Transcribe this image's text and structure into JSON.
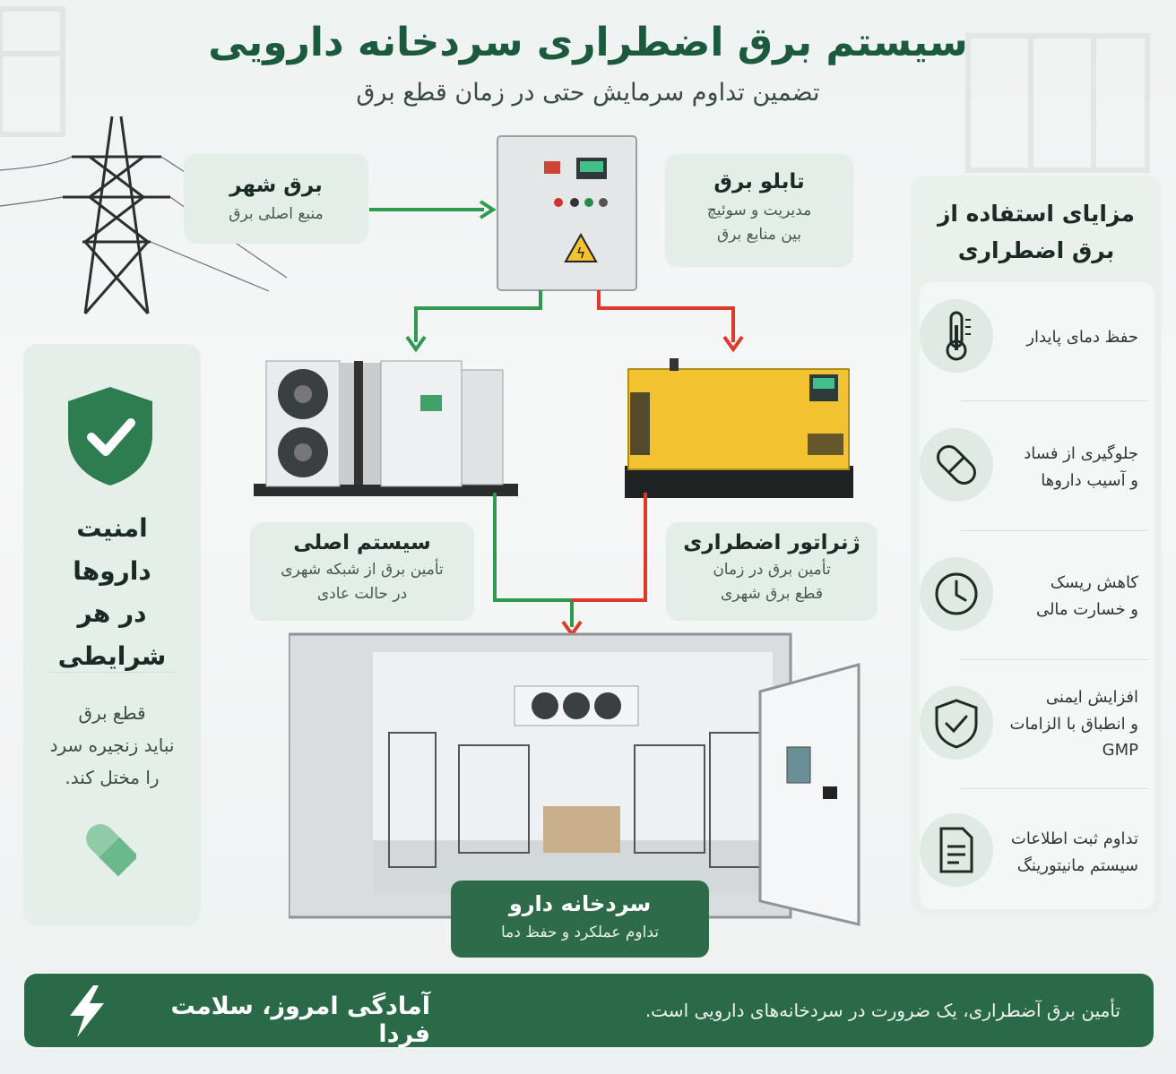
{
  "header": {
    "title": "سیستم برق اضطراری سردخانه دارویی",
    "subtitle": "تضمین تداوم سرمایش حتی در زمان قطع برق"
  },
  "city_power": {
    "title": "برق شهر",
    "desc": "منبع اصلی برق"
  },
  "panel": {
    "title": "تابلو برق",
    "desc_line1": "مدیریت و سوئیچ",
    "desc_line2": "بین منابع برق"
  },
  "main_system": {
    "title": "سیستم اصلی",
    "desc_line1": "تأمین برق از شبکه شهری",
    "desc_line2": "در حالت عادی"
  },
  "generator": {
    "title": "ژنراتور اضطراری",
    "desc_line1": "تأمین برق در زمان",
    "desc_line2": "قطع برق شهری"
  },
  "cold_room": {
    "title": "سردخانه دارو",
    "desc": "تداوم عملکرد و حفظ دما"
  },
  "left_panel": {
    "title_line1": "امنیت",
    "title_line2": "داروها",
    "title_line3": "در هر شرایطی",
    "desc_line1": "قطع برق",
    "desc_line2": "نباید زنجیره سرد",
    "desc_line3": "را مختل کند."
  },
  "benefits": {
    "title_line1": "مزایای استفاده از",
    "title_line2": "برق اضطراری",
    "items": [
      {
        "icon": "thermometer-icon",
        "line1": "حفظ دمای پایدار",
        "line2": "",
        "line3": ""
      },
      {
        "icon": "capsule-icon",
        "line1": "جلوگیری از فساد",
        "line2": "و آسیب داروها",
        "line3": ""
      },
      {
        "icon": "clock-icon",
        "line1": "کاهش ریسک",
        "line2": "و خسارت مالی",
        "line3": ""
      },
      {
        "icon": "shield-check-icon",
        "line1": "افزایش ایمنی",
        "line2": "و انطباق با الزامات",
        "line3": "GMP"
      },
      {
        "icon": "document-icon",
        "line1": "تداوم ثبت اطلاعات",
        "line2": "سیستم مانیتورینگ",
        "line3": ""
      }
    ]
  },
  "banner": {
    "slogan": "آمادگی امروز، سلامت فردا",
    "text": "تأمین برق آضطراری، یک ضرورت در سردخانه‌های دارویی است."
  },
  "colors": {
    "brand_green": "#2b6a49",
    "arrow_green": "#2e9a4e",
    "arrow_red": "#e0392b",
    "generator_yellow": "#f2c230"
  }
}
